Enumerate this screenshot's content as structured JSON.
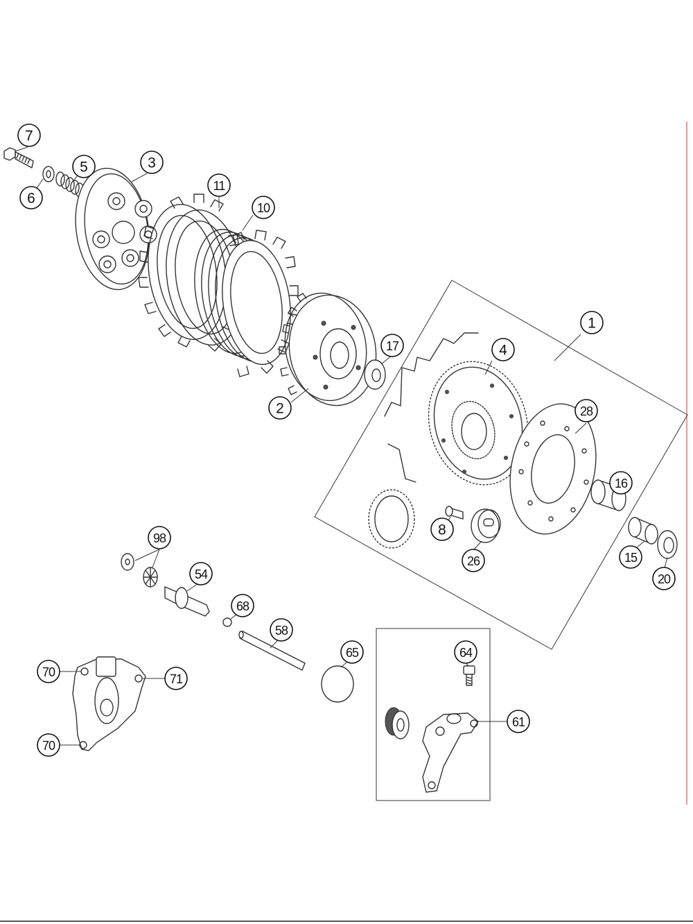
{
  "callouts": {
    "c1": "1",
    "c2": "2",
    "c3": "3",
    "c4": "4",
    "c5": "5",
    "c6": "6",
    "c7": "7",
    "c8": "8",
    "c10": "10",
    "c11": "11",
    "c15": "15",
    "c16": "16",
    "c17": "17",
    "c20": "20",
    "c26": "26",
    "c28": "28",
    "c54": "54",
    "c58": "58",
    "c61": "61",
    "c64": "64",
    "c65": "65",
    "c68": "68",
    "c70a": "70",
    "c70b": "70",
    "c71": "71",
    "c98": "98"
  },
  "colors": {
    "line": "#333333",
    "edge_marker": "#e05050"
  }
}
